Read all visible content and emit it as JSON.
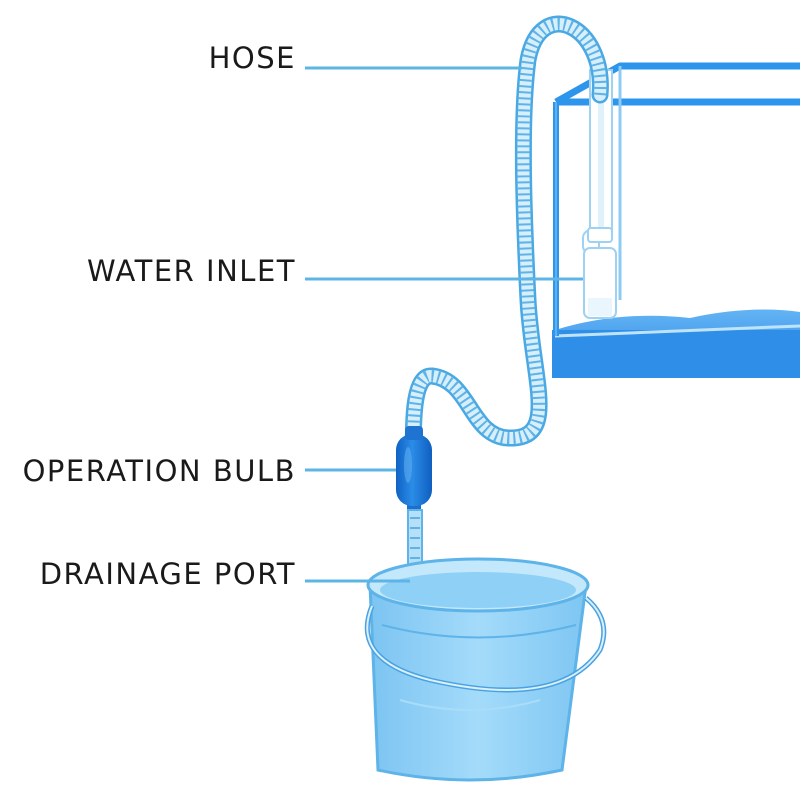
{
  "labels": {
    "hose": "HOSE",
    "water_inlet": "WATER INLET",
    "operation_bulb": "OPERATION BULB",
    "drainage_port": "DRAINAGE PORT"
  },
  "colors": {
    "accent": "#3fa6e0",
    "water": "#2f8fe6",
    "tank_frame": "#2e95ec",
    "hose": "#8ecdf0",
    "bulb": "#1a78d8",
    "bucket": "#8fd0f7",
    "leader_line": "#5db5e6",
    "label_text": "#1a1a1a"
  }
}
